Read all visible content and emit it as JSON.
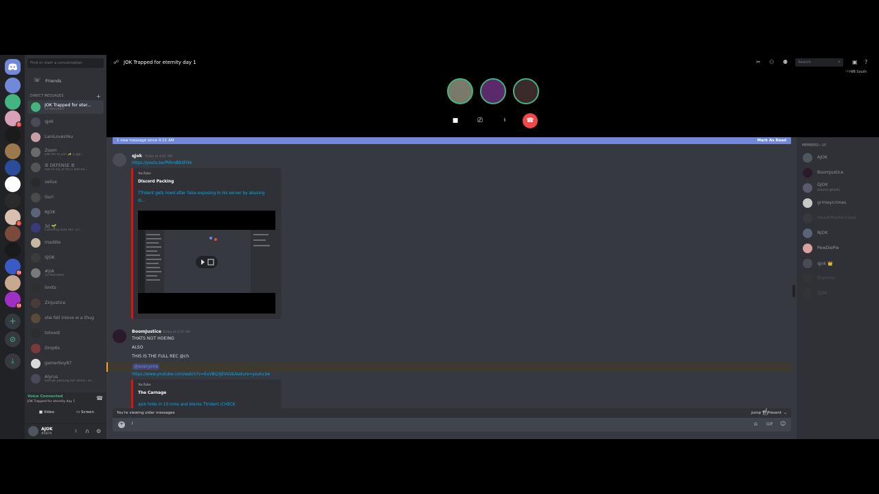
{
  "rail": {
    "servers": [
      {
        "color": "#7289da"
      },
      {
        "color": "#43b581"
      },
      {
        "color": "#d9a1b6",
        "badge": "1"
      },
      {
        "color": "#1b1b1b"
      },
      {
        "color": "#9a7a4a"
      },
      {
        "color": "#2a4d9b"
      },
      {
        "color": "#ffffff"
      },
      {
        "color": "#2b2b2b"
      },
      {
        "color": "#d9bfb0",
        "badge": "1"
      },
      {
        "color": "#7a4b3c"
      },
      {
        "color": "#1a1a1a"
      },
      {
        "color": "#3b5bc4",
        "badge": "34"
      },
      {
        "color": "#c8a88f"
      },
      {
        "color": "#a030c4",
        "badge": "14"
      }
    ],
    "add_icon": "plus-icon",
    "explore_icon": "compass-icon",
    "download_icon": "download-icon"
  },
  "dms": {
    "search_placeholder": "Find or start a conversation",
    "friends_label": "Friends",
    "header": "DIRECT MESSAGES",
    "items": [
      {
        "name": "JOK Trapped for eter...",
        "sub": "10 Members",
        "color": "#43b581",
        "active": true
      },
      {
        "name": "qjok",
        "sub": "",
        "color": "#4b4b55"
      },
      {
        "name": "LaniLovesYou",
        "sub": "",
        "color": "#c9a0a8"
      },
      {
        "name": "Zoom",
        "sub": "DM me to join ✨ || gg/...",
        "color": "#6b6b6b"
      },
      {
        "name": "ꕥ DEFENSE ꕥ",
        "sub": "sub to my yt for a add ba...",
        "color": "#555"
      },
      {
        "name": "xelius",
        "sub": "",
        "color": "#2a2a2a"
      },
      {
        "name": "Guri",
        "sub": "",
        "color": "#4a4a4a"
      },
      {
        "name": "NJOK",
        "sub": "",
        "color": "#5a6478"
      },
      {
        "name": "30 🌱",
        "sub": "Listening loud mic :3 l...",
        "color": "#3a3a7a"
      },
      {
        "name": "maddie",
        "sub": "",
        "color": "#c7b9a0"
      },
      {
        "name": "SJOK",
        "sub": "",
        "color": "#3c3c3c"
      },
      {
        "name": "#jok",
        "sub": "10 Members",
        "color": "#7a7a7a"
      },
      {
        "name": "limits",
        "sub": "",
        "color": "#2f2f2f"
      },
      {
        "name": "ZinJustice",
        "sub": "",
        "color": "#4b3a3a"
      },
      {
        "name": "she fell inlove w a thug",
        "sub": "",
        "color": "#5a4a3a"
      },
      {
        "name": "totooot",
        "sub": "",
        "color": "#2d2d2d"
      },
      {
        "name": "Drop6s",
        "sub": "",
        "color": "#7a3a3a"
      },
      {
        "name": "gamerboy87",
        "sub": "",
        "color": "#d9d9d9"
      },
      {
        "name": "Alyrus",
        "sub": "KathyK packing her when i se...",
        "color": "#4a4a5a"
      }
    ],
    "voice": {
      "status": "Voice Connected",
      "channel": "JOK Trapped for eternity day 1",
      "video_label": "Video",
      "screen_label": "Screen"
    },
    "user": {
      "name": "AJOK",
      "discriminator": "#5974"
    }
  },
  "header": {
    "title": "JOK Trapped for eternity day 1",
    "search_placeholder": "Search",
    "region_label": "region",
    "region": "US South"
  },
  "call": {
    "participants": [
      {
        "color": "#7a7a6a"
      },
      {
        "color": "#5a2a6a"
      },
      {
        "color": "#3a2a2a"
      }
    ]
  },
  "chat": {
    "new_banner": "1 new message since 4:11 AM",
    "mark_read": "Mark As Read",
    "msg1": {
      "author": "qjok",
      "time": "Today at 4:51 AM",
      "link": "https://youtu.be/PtRmBBXFiXk",
      "embed": {
        "provider": "YouTube",
        "author": "Discord Packing",
        "title": "TTrident gets hoed after false exposing in his server by abusing di..."
      }
    },
    "msg2": {
      "author": "BoomJustice",
      "time": "Today at 5:37 AM",
      "lines": [
        "THATS NOT HOEING",
        "ALSO",
        "THIS IS THE FULL REC @ch"
      ],
      "mention": "@everyone",
      "link": "https://www.youtube.com/watch?v=EuVBQ3JEVsU&feature=youtu.be",
      "embed": {
        "provider": "YouTube",
        "author": "The Carnage",
        "title": "ajok folds in 10 mins and blocks Ttrident (CHECK"
      }
    },
    "older_notice": "You're viewing older messages",
    "jump_label": "Jump To Present",
    "composer_value": "l"
  },
  "members": {
    "header": "MEMBERS—10",
    "list": [
      {
        "name": "AJOK",
        "sub": "",
        "color": "#4f5660",
        "off": false
      },
      {
        "name": "BoomJustice",
        "sub": "",
        "color": "#2b1a2b",
        "off": false
      },
      {
        "name": "GJOK",
        "sub": "around ghosts",
        "color": "#5a5a6a",
        "off": false
      },
      {
        "name": "grimeycrimes",
        "sub": "",
        "color": "#c8c8c8",
        "off": false
      },
      {
        "name": "HeadsMasterSlaas",
        "sub": "",
        "color": "#4a4a4a",
        "off": true
      },
      {
        "name": "NJOK",
        "sub": "",
        "color": "#5a6478",
        "off": false
      },
      {
        "name": "PewDiePie",
        "sub": "",
        "color": "#d9a0a0",
        "off": false
      },
      {
        "name": "qjok 👑",
        "sub": "",
        "color": "#4b4b55",
        "off": false
      },
      {
        "name": "Stamino",
        "sub": "",
        "color": "#3a3a3a",
        "off": true
      },
      {
        "name": "YJOK",
        "sub": "",
        "color": "#3a3a3a",
        "off": true
      }
    ]
  }
}
